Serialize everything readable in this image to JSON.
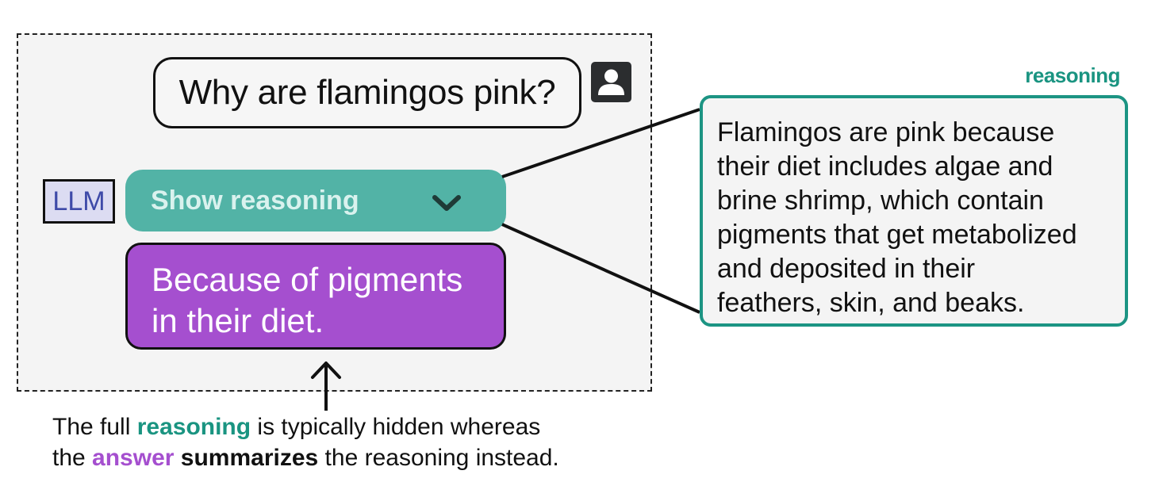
{
  "chat": {
    "user_message": "Why are flamingos pink?",
    "user_avatar_icon": "person-icon",
    "llm_label": "LLM",
    "toggle_label": "Show reasoning",
    "toggle_icon": "chevron-down-icon",
    "answer_line1": "Because of pigments",
    "answer_line2": "in their diet."
  },
  "reasoning_panel": {
    "title": "reasoning",
    "lines": [
      "Flamingos are pink because",
      "their diet includes algae and",
      "brine shrimp, which contain",
      "pigments that get metabolized",
      "and deposited in their",
      "feathers, skin, and beaks."
    ]
  },
  "caption": {
    "line1_part1": "The full ",
    "line1_reasoning": "reasoning",
    "line1_part2": " is typically hidden whereas",
    "line2_part1": "the ",
    "line2_answer": "answer",
    "line2_part2": " ",
    "line2_summarizes": "summarizes",
    "line2_part3": " the reasoning instead."
  },
  "colors": {
    "teal_toggle": "#52b3a6",
    "teal_accent": "#1a9481",
    "purple_answer": "#a54fcf",
    "llm_badge_bg": "#dcdcf2",
    "llm_badge_text": "#3e4aa8",
    "panel_bg": "#f4f4f4"
  }
}
